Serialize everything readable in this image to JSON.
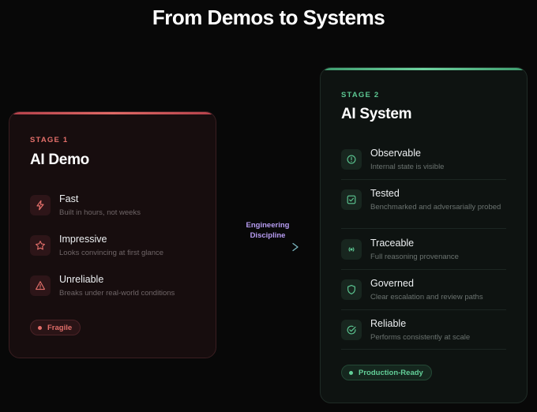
{
  "title": "From Demos to Systems",
  "connector": {
    "line1": "Engineering",
    "line2": "Discipline"
  },
  "colors": {
    "demo_accent": "#e36f6a",
    "system_accent": "#5cc792",
    "connector_accent": "#b79cf2"
  },
  "demo": {
    "stage": "STAGE 1",
    "title": "AI Demo",
    "items": [
      {
        "icon": "lightning-icon",
        "title": "Fast",
        "subtitle": "Built in hours, not weeks"
      },
      {
        "icon": "star-icon",
        "title": "Impressive",
        "subtitle": "Looks convincing at first glance"
      },
      {
        "icon": "warning-icon",
        "title": "Unreliable",
        "subtitle": "Breaks under real-world conditions"
      }
    ],
    "badge": "Fragile"
  },
  "system": {
    "stage": "STAGE 2",
    "title": "AI System",
    "items": [
      {
        "icon": "info-circle-icon",
        "title": "Observable",
        "subtitle": "Internal state is visible"
      },
      {
        "icon": "checkbox-icon",
        "title": "Tested",
        "subtitle": "Benchmarked and adversarially probed"
      },
      {
        "icon": "signal-icon",
        "title": "Traceable",
        "subtitle": "Full reasoning provenance"
      },
      {
        "icon": "shield-icon",
        "title": "Governed",
        "subtitle": "Clear escalation and review paths"
      },
      {
        "icon": "check-circle-icon",
        "title": "Reliable",
        "subtitle": "Performs consistently at scale"
      }
    ],
    "badge": "Production-Ready"
  }
}
